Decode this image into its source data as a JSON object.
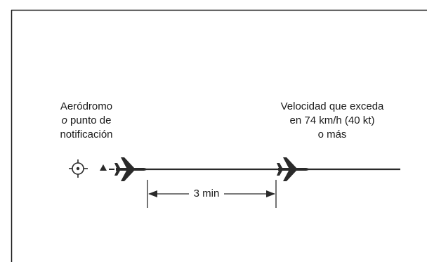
{
  "reporting_point": {
    "label_line1": "Aeródromo",
    "label_line2_italic": "o",
    "label_line2_rest": " punto de",
    "label_line3": "notificación",
    "icon": "aerodrome-reporting-point-symbol"
  },
  "second_aircraft": {
    "label_line1": "Velocidad que exceda",
    "label_line2": "en 74 km/h (40 kt)",
    "label_line3": "o más"
  },
  "interval": {
    "label": "3 min"
  },
  "colors": {
    "stroke": "#2a2a2a",
    "frame": "#1a1a1a",
    "background": "#ffffff"
  }
}
